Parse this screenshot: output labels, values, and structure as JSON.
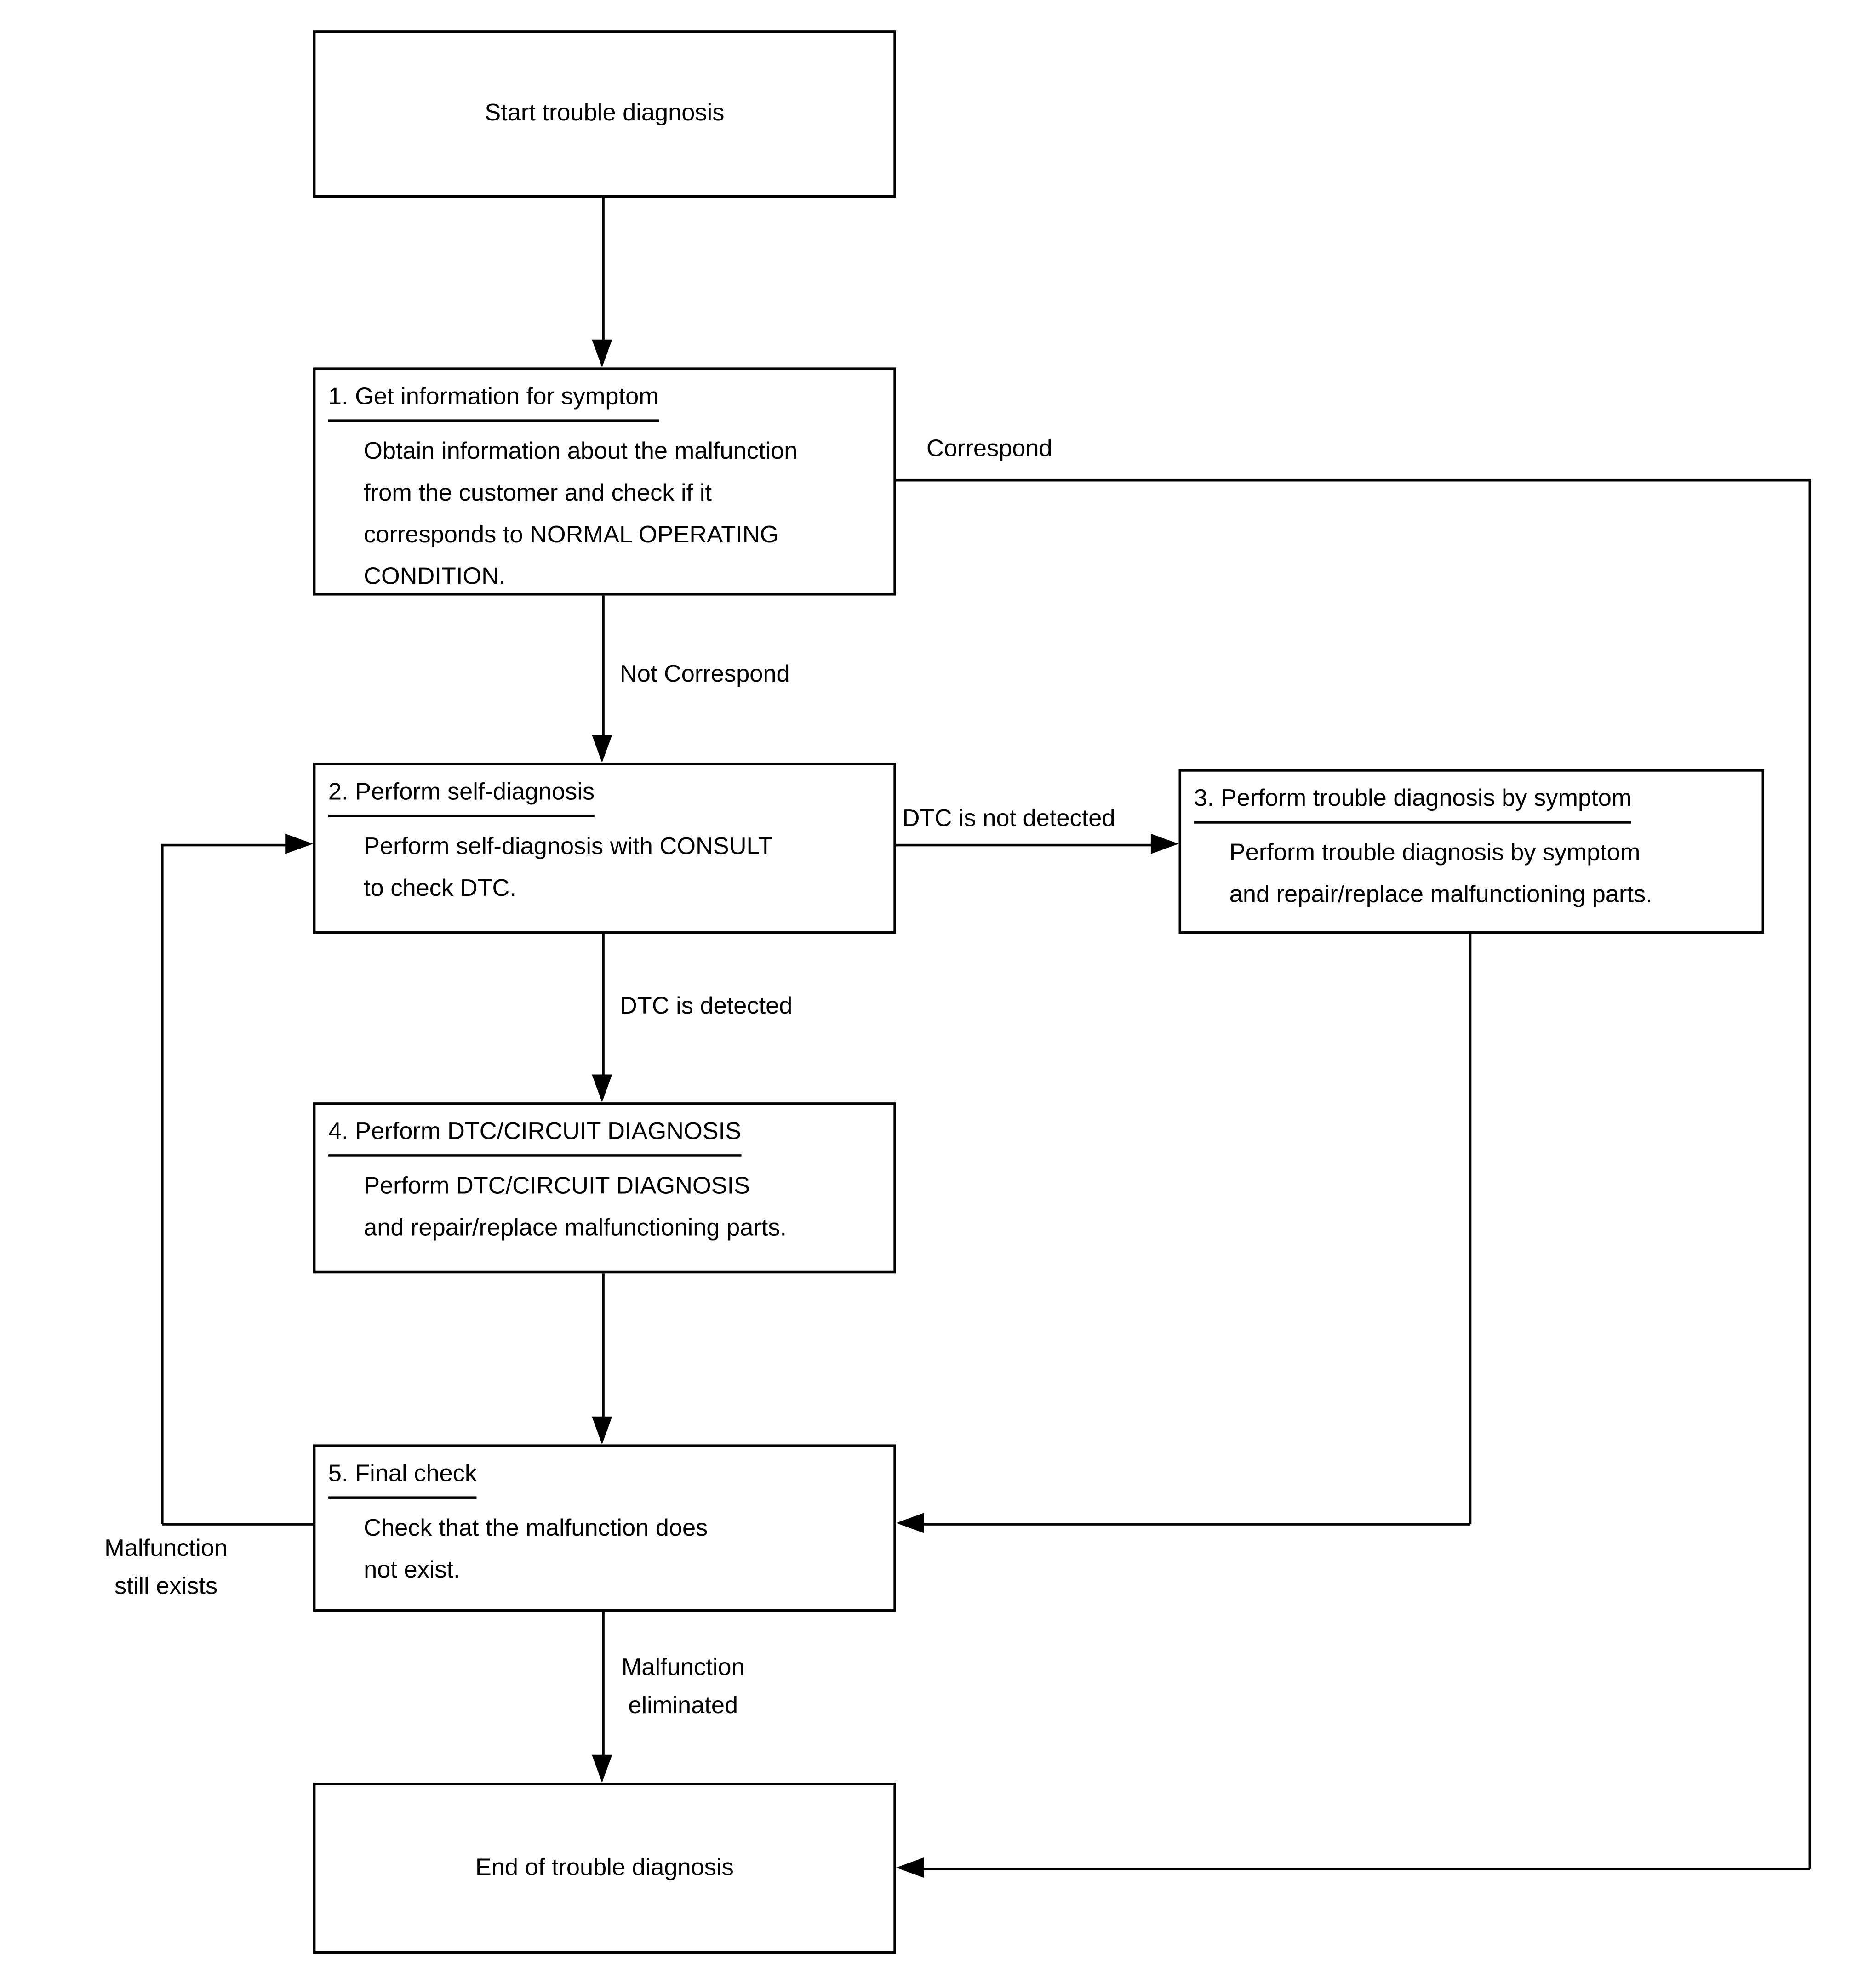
{
  "flowchart": {
    "start": {
      "text": "Start trouble diagnosis"
    },
    "step1": {
      "heading": "1. Get information for symptom",
      "body": "Obtain information about the malfunction\nfrom the customer and check if it\ncorresponds to NORMAL OPERATING\nCONDITION."
    },
    "step2": {
      "heading": "2. Perform self-diagnosis",
      "body": "Perform self-diagnosis with CONSULT\nto check DTC."
    },
    "step3": {
      "heading": "3. Perform trouble diagnosis by symptom",
      "body": "Perform trouble diagnosis by symptom\nand repair/replace malfunctioning parts."
    },
    "step4": {
      "heading": "4. Perform DTC/CIRCUIT DIAGNOSIS",
      "body": "Perform DTC/CIRCUIT DIAGNOSIS\nand repair/replace malfunctioning parts."
    },
    "step5": {
      "heading": "5. Final check",
      "body": "Check that the malfunction does\nnot exist."
    },
    "end": {
      "text": "End of trouble diagnosis"
    },
    "labels": {
      "correspond": "Correspond",
      "not_correspond": "Not Correspond",
      "dtc_not_detected": "DTC is not detected",
      "dtc_detected": "DTC is detected",
      "malfunction_still_exists": "Malfunction\nstill exists",
      "malfunction_eliminated": "Malfunction\neliminated"
    },
    "colors": {
      "line": "#000000",
      "background": "#ffffff"
    }
  }
}
